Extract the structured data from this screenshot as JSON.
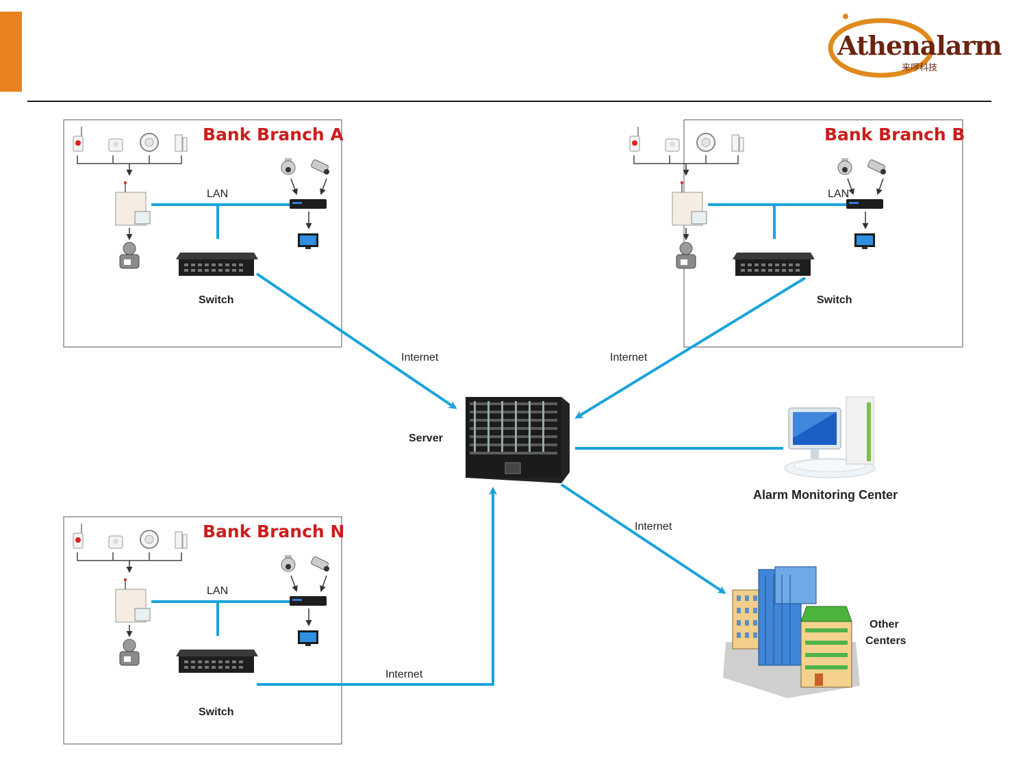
{
  "header": {
    "accent_color": "#e9831f",
    "logo": {
      "wordmark": "Athenalarm",
      "chinese_name": "来啰科技"
    }
  },
  "branches": [
    {
      "id": "a",
      "title": "Bank Branch A",
      "lan_label": "LAN",
      "switch_label": "Switch"
    },
    {
      "id": "b",
      "title": "Bank Branch B",
      "lan_label": "LAN",
      "switch_label": "Switch"
    },
    {
      "id": "n",
      "title": "Bank Branch N",
      "lan_label": "LAN",
      "switch_label": "Switch"
    }
  ],
  "core": {
    "server_label": "Server",
    "monitoring_label": "Alarm Monitoring Center",
    "other_centers_label_line1": "Other",
    "other_centers_label_line2": "Centers"
  },
  "links": {
    "internet_a": "Internet",
    "internet_b": "Internet",
    "internet_n": "Internet",
    "internet_other": "Internet"
  },
  "colors": {
    "link_blue": "#1aa3dc",
    "branch_title_red": "#cc1d1d",
    "server_dark": "#1f1f1f"
  }
}
